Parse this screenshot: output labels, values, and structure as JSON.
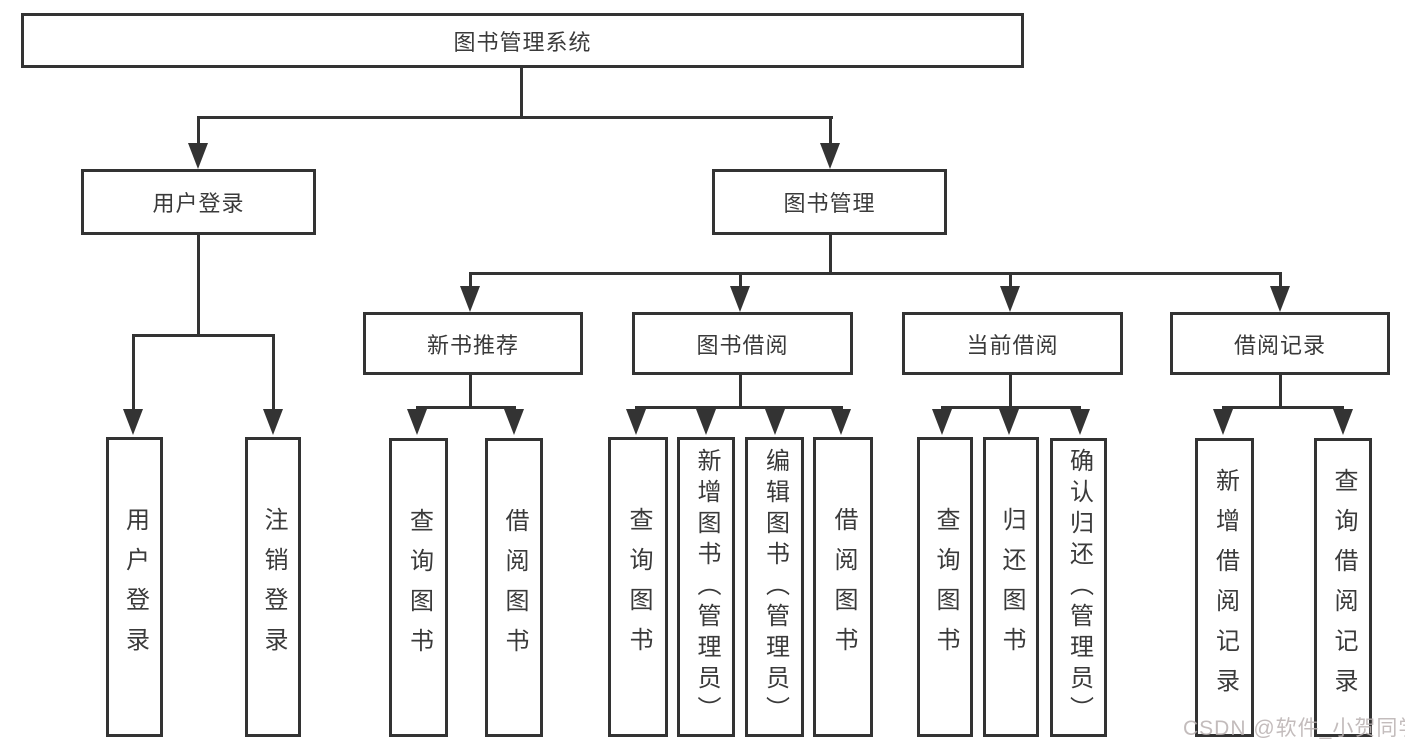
{
  "diagram": {
    "root": "图书管理系统",
    "level2": {
      "user_login_branch": "用户登录",
      "book_management": "图书管理"
    },
    "level3": {
      "new_book_recommendation": "新书推荐",
      "book_borrowing": "图书借阅",
      "current_borrowing": "当前借阅",
      "borrowing_records": "借阅记录"
    },
    "leaves": {
      "user_login": "用户登录",
      "logout": "注销登录",
      "recommend_query_book": "查询图书",
      "recommend_borrow_book": "借阅图书",
      "borrow_query_book": "查询图书",
      "borrow_add_book_admin": "新增图书（管理员）",
      "borrow_edit_book_admin": "编辑图书（管理员）",
      "borrow_borrow_book": "借阅图书",
      "current_query_book": "查询图书",
      "current_return_book": "归还图书",
      "current_confirm_return_admin": "确认归还（管理员）",
      "records_add_record": "新增借阅记录",
      "records_query_record": "查询借阅记录"
    }
  },
  "watermark": "CSDN @软件_小贺同学",
  "colors": {
    "line": "#333333",
    "text": "#3a3a3a",
    "watermark": "#b9b1b1",
    "background": "#ffffff"
  }
}
